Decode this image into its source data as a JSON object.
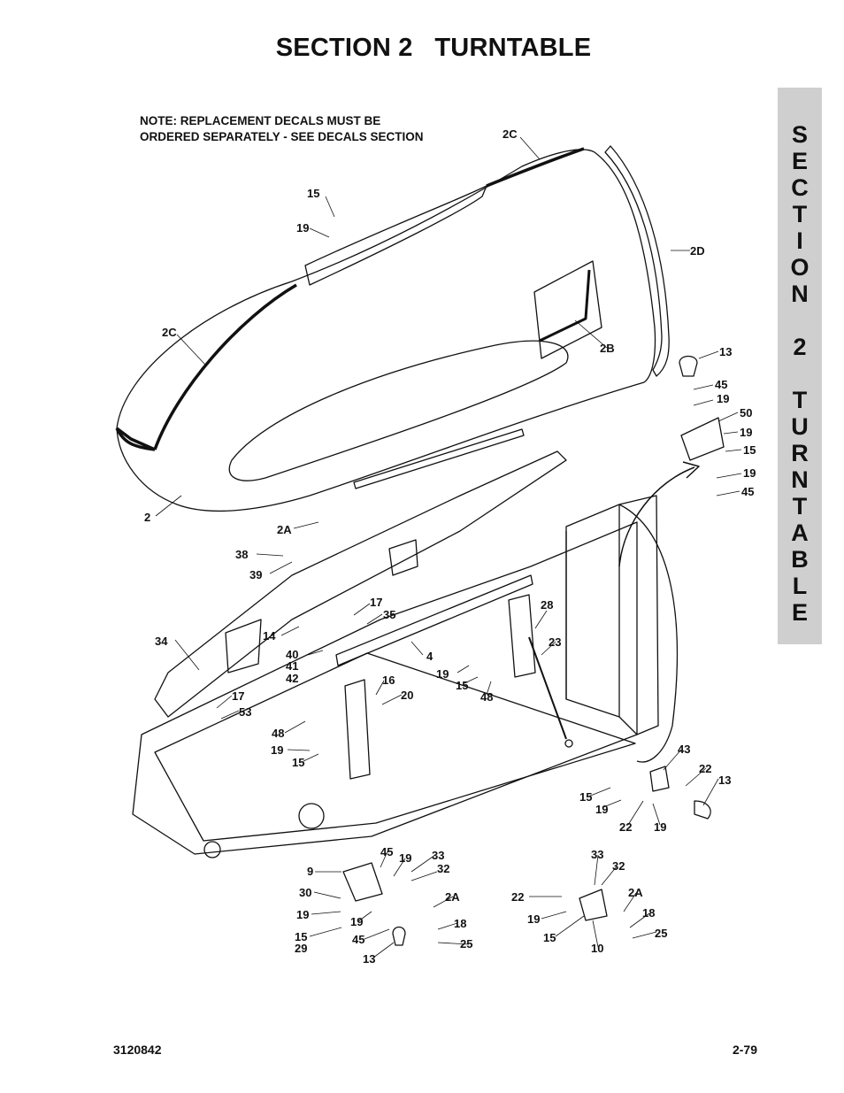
{
  "page": {
    "title": "SECTION 2   TURNTABLE",
    "doc_number": "3120842",
    "page_number": "2-79"
  },
  "side_tab": {
    "letters": [
      "S",
      "E",
      "C",
      "T",
      "I",
      "O",
      "N",
      "",
      "2",
      "",
      "T",
      "U",
      "R",
      "N",
      "T",
      "A",
      "B",
      "L",
      "E"
    ]
  },
  "note": {
    "line1": "NOTE:  REPLACEMENT DECALS MUST BE",
    "line2": "ORDERED SEPARATELY - SEE DECALS SECTION"
  },
  "callouts": [
    "2C",
    "2C",
    "2D",
    "2B",
    "2",
    "2A",
    "15",
    "19",
    "13",
    "45",
    "19",
    "50",
    "19",
    "15",
    "19",
    "45",
    "38",
    "39",
    "17",
    "35",
    "14",
    "40",
    "41",
    "42",
    "34",
    "4",
    "28",
    "23",
    "19",
    "15",
    "48",
    "16",
    "20",
    "17",
    "53",
    "48",
    "19",
    "15",
    "43",
    "22",
    "13",
    "15",
    "19",
    "22",
    "19",
    "9",
    "45",
    "19",
    "33",
    "32",
    "30",
    "2A",
    "19",
    "19",
    "18",
    "15",
    "29",
    "45",
    "13",
    "25",
    "33",
    "32",
    "2A",
    "22",
    "18",
    "19",
    "15",
    "10",
    "25"
  ]
}
